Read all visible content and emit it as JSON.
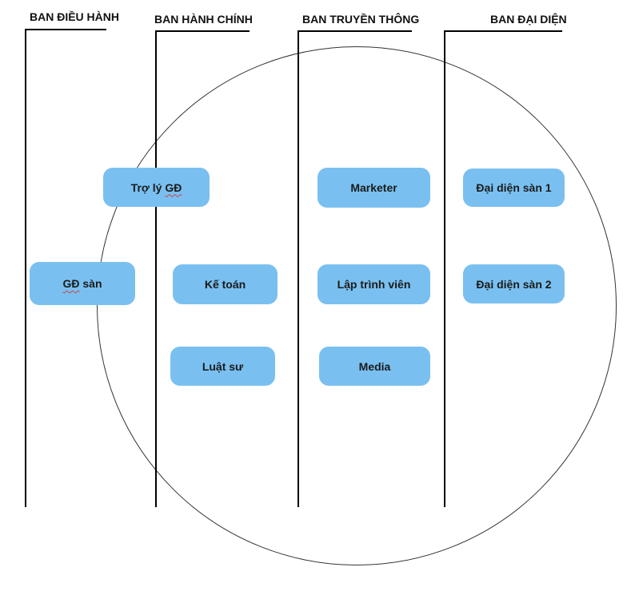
{
  "departments": [
    {
      "title": "BAN ĐIỀU HÀNH"
    },
    {
      "title": "BAN HÀNH CHÍNH"
    },
    {
      "title": "BAN TRUYỀN THÔNG"
    },
    {
      "title": "BAN ĐẠI DIỆN"
    }
  ],
  "roles": {
    "tro_ly_gd": "Trợ lý GĐ",
    "gd_san": "GĐ sàn",
    "ke_toan": "Kế toán",
    "luat_su": "Luật sư",
    "marketer": "Marketer",
    "lap_trinh_vien": "Lập trình viên",
    "media": "Media",
    "dai_dien_san_1": "Đại diện sàn 1",
    "dai_dien_san_2": "Đại diện sàn 2"
  },
  "colors": {
    "box_fill": "#79c0f0",
    "line": "#000000",
    "circle_stroke": "#333333"
  }
}
